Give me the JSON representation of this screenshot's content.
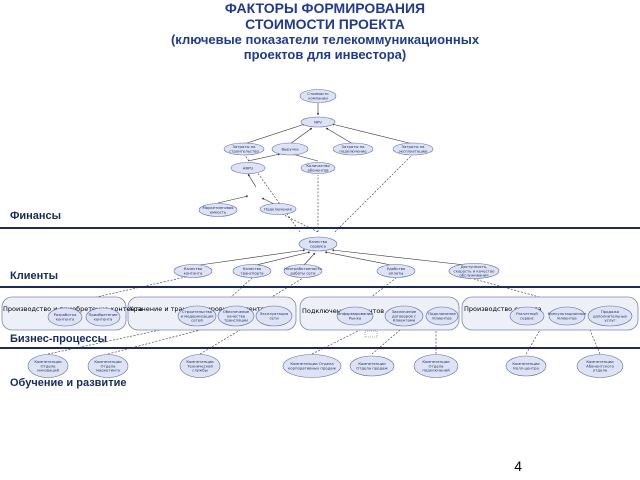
{
  "title": {
    "line1": "ФАКТОРЫ ФОРМИРОВАНИЯ",
    "line2": "СТОИМОСТИ ПРОЕКТА",
    "line3": "(ключевые показатели телекоммуникационных",
    "line4": "проектов для инвестора)"
  },
  "bands": {
    "finance": "Финансы",
    "clients": "Клиенты",
    "business": "Бизнес-процессы",
    "learning": "Обучение и развитие"
  },
  "nodes": {
    "n_value": "Стоимость компании",
    "n_npv": "NPV",
    "n_capex": "Затраты на строительство",
    "n_revenue": "Выручка",
    "n_conn_costs": "Затраты на подключение",
    "n_op_costs": "Затраты на эксплуатацию",
    "n_arpu": "ARPU",
    "n_churn": "Количество абонентов",
    "n_market": "Маркетинговая емкость",
    "n_subscr": "Подключения",
    "n_quality": "Качество сервиса",
    "c_content": "Качество контента",
    "c_transport": "Качество транспорта",
    "c_work": "Неотработанность работы сети",
    "c_speed": "Удобство оплаты",
    "c_service": "Доступность, скорость и качество обслуживания",
    "b1_a": "Разработка контента",
    "b1_b": "Приобретение контента",
    "b2_a": "Строительство и модернизация сетей",
    "b2_b": "Обеспечение качества трансляции",
    "b2_c": "Эксплуатация сети",
    "b3_a": "Информирование Рынка",
    "b3_b": "Заключение договоров с Клиентами",
    "b3_c": "Подключение Клиентов",
    "b4_a": "Расчетный сервис",
    "b4_b": "Консультационные Клиентов",
    "b4_c": "Продажа дополнительных услуг",
    "l1": "Компетенции Отдела инноваций",
    "l2": "Компетенции Отдела маркетинга",
    "l3": "Компетенции Технической службы",
    "l4": "Компетенции Отдела корпоративных продаж",
    "l5": "Компетенции Отдела продаж",
    "l6": "Компетенции Отдела подключений",
    "l7": "Компетенции Колл-центра",
    "l8": "Компетенции Абонентского отдела"
  },
  "groups": {
    "g1": "Производство и приобретение контента",
    "g2": "Хранение и транспортировка контента",
    "g3": "Подключение Клиентов",
    "g4": "Производство сервиса"
  },
  "page_number": "4",
  "colors": {
    "title": "#1f3a8f",
    "band_line": "#1a2a5a",
    "node_fill": "#dde3f4",
    "node_stroke": "#5d6aa8",
    "group_fill": "#eef0f8",
    "group_stroke": "#7b86b8"
  }
}
